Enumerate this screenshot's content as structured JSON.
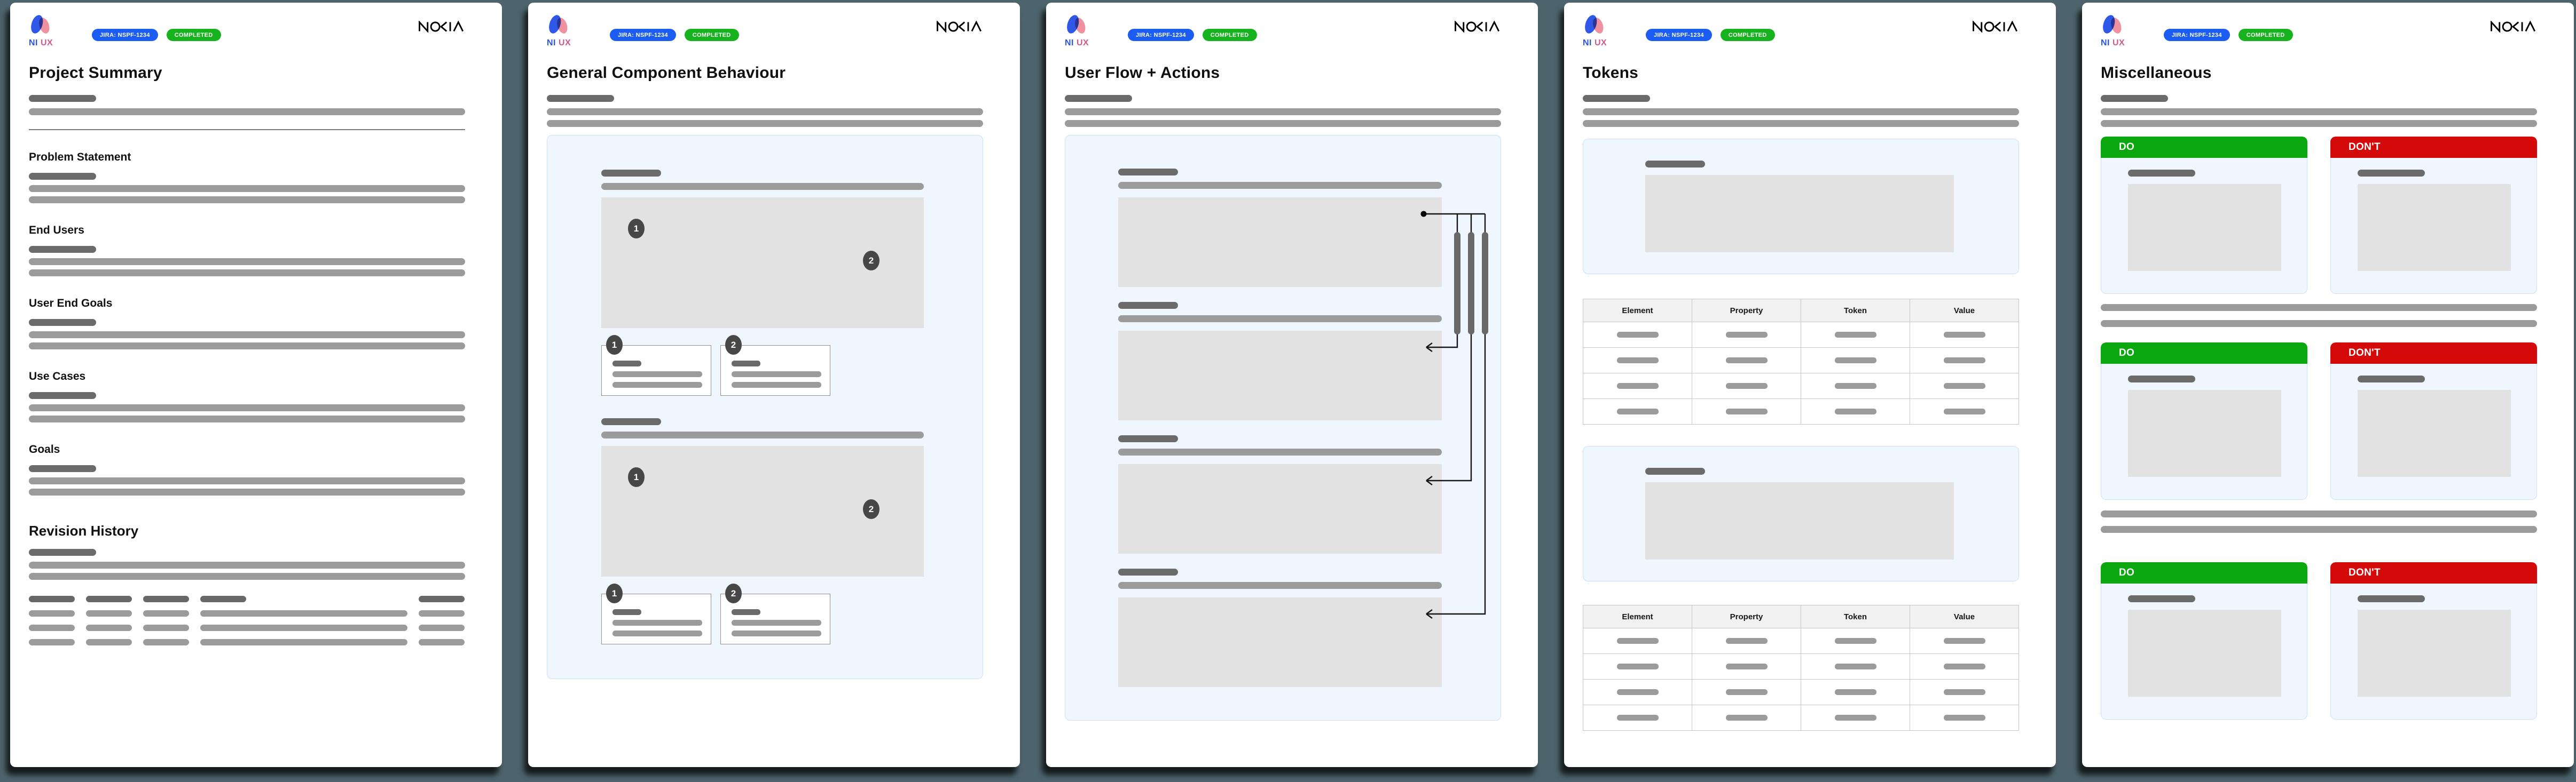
{
  "theme": {
    "background": "#4d646c",
    "jira_badge_blue": "#1b5cf3",
    "completed_green": "#16b31e",
    "do_green": "#0aa70f",
    "dont_red": "#d40909",
    "panel_blue": "#eff6fe",
    "panel_border": "#c9e2f9",
    "placeholder_dark": "#6b6b6b",
    "placeholder_light": "#9b9b9b",
    "image_placeholder": "#e2e2e2"
  },
  "header": {
    "logo_ni": "NI",
    "logo_ux": "UX",
    "jira_badge": "JIRA: NSPF-1234",
    "status_badge": "COMPLETED",
    "brand": "NOKIA"
  },
  "pages": [
    {
      "title": "Project Summary",
      "sections": [
        {
          "heading": "Problem Statement"
        },
        {
          "heading": "End Users"
        },
        {
          "heading": "User End Goals"
        },
        {
          "heading": "Use Cases"
        },
        {
          "heading": "Goals"
        }
      ],
      "revision": {
        "heading": "Revision History"
      }
    },
    {
      "title": "General Component Behaviour",
      "markers": [
        "1",
        "2"
      ]
    },
    {
      "title": "User Flow + Actions"
    },
    {
      "title": "Tokens",
      "table_columns": [
        "Element",
        "Property",
        "Token",
        "Value"
      ]
    },
    {
      "title": "Miscellaneous",
      "do_label": "DO",
      "dont_label": "DON'T"
    }
  ]
}
